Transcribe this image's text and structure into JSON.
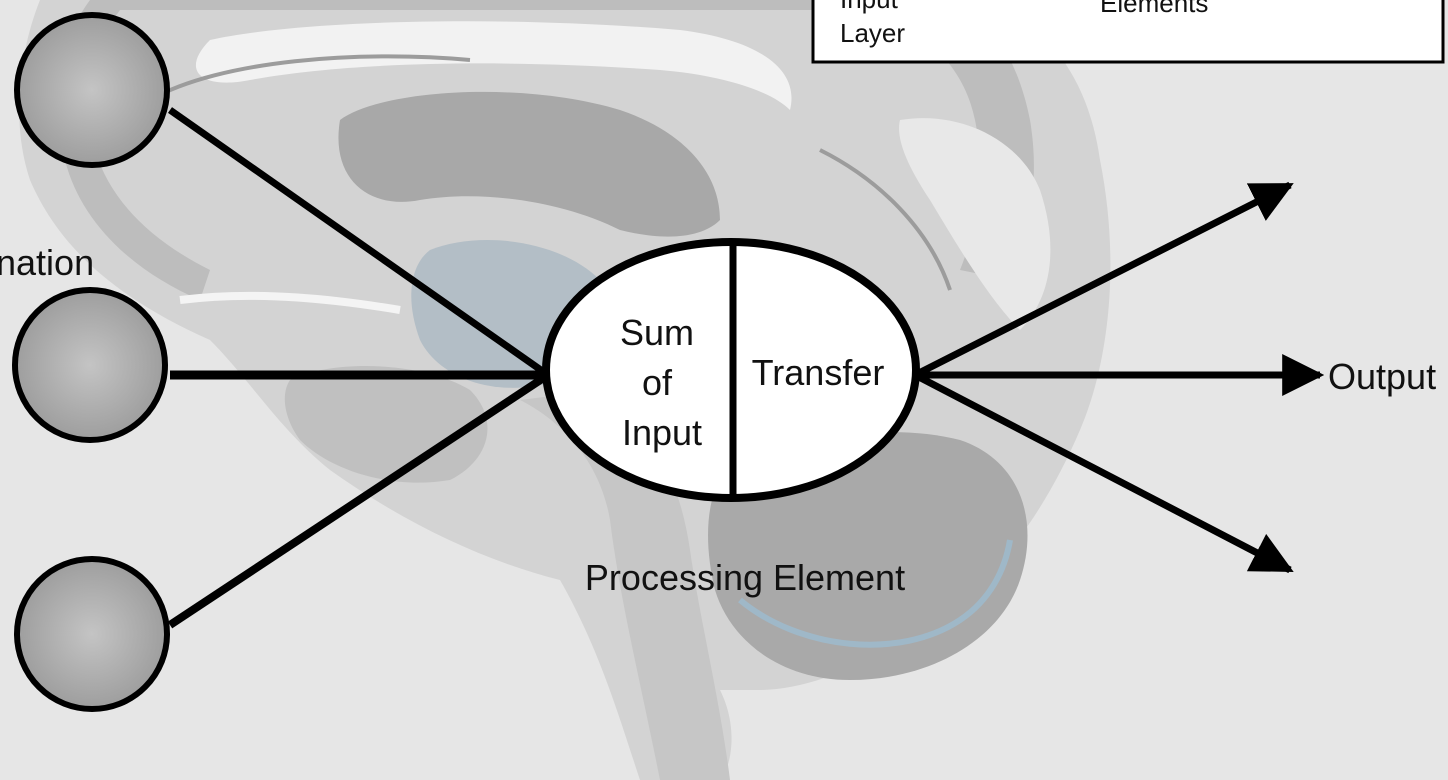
{
  "legend": {
    "input_layer_line1": "Input",
    "input_layer_line2": "Layer",
    "elements": "Elements"
  },
  "left_label_fragment": "nation",
  "processing_element": {
    "sum_line1": "Sum",
    "sum_line2": "of",
    "sum_line3": "Input",
    "transfer": "Transfer",
    "caption": "Processing Element"
  },
  "output_label": "Output",
  "input_nodes": [
    "input-node-1",
    "input-node-2",
    "input-node-3"
  ],
  "colors": {
    "background": "#e6e6e6",
    "brain_light": "#d0d0d0",
    "brain_mid": "#b8b8b8",
    "brain_dark": "#9c9c9c",
    "node_fill": "#a6a6a6",
    "stroke": "#000000",
    "accent_blue": "#9fb8c8"
  }
}
